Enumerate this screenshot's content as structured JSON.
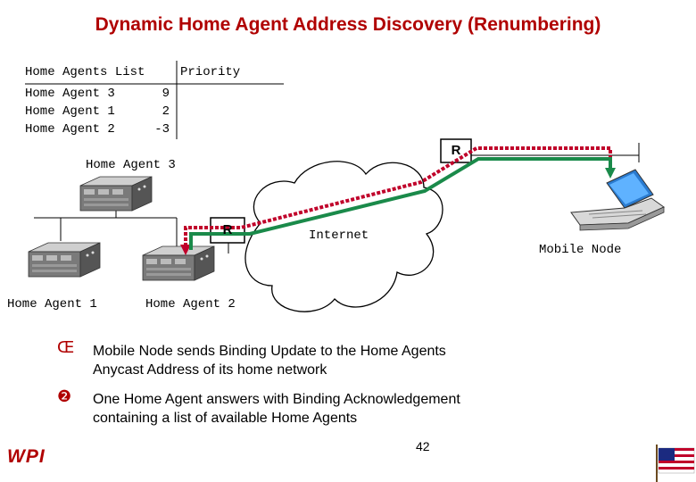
{
  "title": "Dynamic Home Agent Address Discovery (Renumbering)",
  "agent_table": {
    "header_list": "Home Agents List",
    "header_priority": "Priority",
    "rows": [
      {
        "name": "Home Agent 3",
        "priority": "9"
      },
      {
        "name": "Home Agent 1",
        "priority": "2"
      },
      {
        "name": "Home Agent 2",
        "priority": "-3"
      }
    ]
  },
  "labels": {
    "home_agent_3": "Home Agent 3",
    "home_agent_1": "Home Agent 1",
    "home_agent_2": "Home Agent 2",
    "internet": "Internet",
    "mobile_node": "Mobile Node",
    "router_home": "R",
    "router_remote": "R"
  },
  "steps": [
    {
      "marker": "Œ",
      "line1": "Mobile Node sends Binding Update to the Home Agents",
      "line2": "Anycast Address of its home network"
    },
    {
      "marker": "❷",
      "line1": "One Home Agent answers with Binding Acknowledgement",
      "line2": "containing a list of available Home Agents"
    }
  ],
  "footer": {
    "logo": "WPI",
    "page_number": "42"
  },
  "colors": {
    "title": "#b00000",
    "binding_update_path": "#c0002a",
    "binding_ack_path": "#1a8a4a"
  }
}
